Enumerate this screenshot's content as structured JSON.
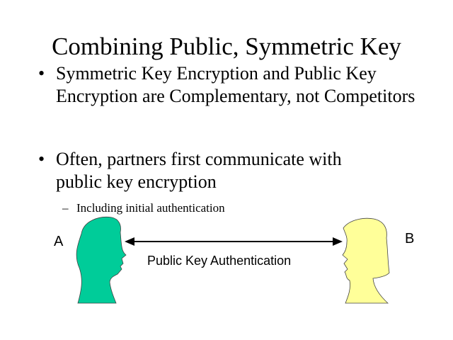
{
  "slide": {
    "title": "Combining Public, Symmetric Key",
    "bullets": [
      {
        "text": "Symmetric Key Encryption and Public Key Encryption are Complementary, not Competitors"
      },
      {
        "text": "Often, partners first communicate with public key encryption"
      }
    ],
    "sub_bullet": "Including initial authentication",
    "bullet_glyph": "•",
    "dash_glyph": "–"
  },
  "diagram": {
    "party_a": "A",
    "party_b": "B",
    "arrow_label": "Public Key Authentication",
    "color_a": "#00CC99",
    "color_b": "#FFFF99"
  }
}
